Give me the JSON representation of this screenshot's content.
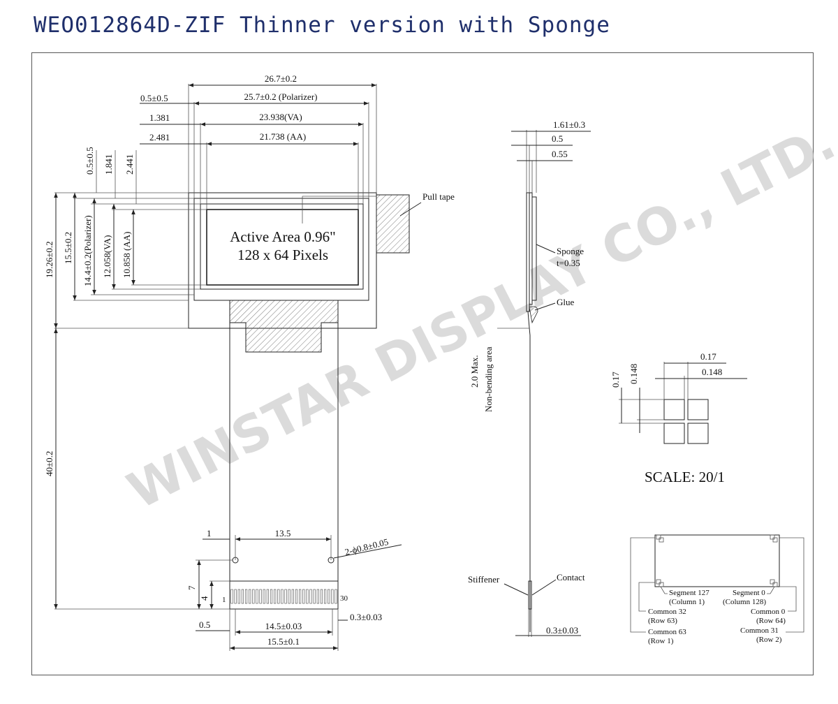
{
  "page": {
    "title": "WEO012864D-ZIF Thinner version with Sponge"
  },
  "watermark": "WINSTAR DISPLAY CO., LTD.",
  "front_view": {
    "dim_top": [
      "26.7±0.2",
      "25.7±0.2 (Polarizer)",
      "23.938(VA)",
      "21.738 (AA)"
    ],
    "dim_left_offsets": [
      "0.5±0.5",
      "1.381",
      "2.481"
    ],
    "dim_vertical_offsets": [
      "0.5±0.5",
      "1.841",
      "2.441"
    ],
    "dim_vertical": [
      "19.26±0.2",
      "15.5±0.2",
      "14.4±0.2(Polarizer)",
      "12.058(VA)",
      "10.858 (AA)"
    ],
    "active_area_line1": "Active Area 0.96\"",
    "active_area_line2": "128 x 64 Pixels",
    "pull_tape": "Pull tape",
    "fpc_length": "40±0.2",
    "fpc_dims": [
      "1",
      "13.5",
      "2-ϕ0.8±0.05",
      "7",
      "4",
      "0.5",
      "14.5±0.03",
      "0.3±0.03",
      "15.5±0.1"
    ],
    "pin_first": "1",
    "pin_last": "30"
  },
  "side_view": {
    "dims": [
      "1.61±0.3",
      "0.5",
      "0.55"
    ],
    "sponge": "Sponge",
    "sponge_t": "t=0.35",
    "glue": "Glue",
    "bend_1": "2.0 Max.",
    "bend_2": "Non-bending area",
    "stiffener": "Stiffener",
    "contact": "Contact",
    "thickness": "0.3±0.03"
  },
  "pixel_detail": {
    "dims_h": [
      "0.17",
      "0.148"
    ],
    "dims_v": [
      "0.17",
      "0.148"
    ],
    "scale": "SCALE: 20/1"
  },
  "pinout": {
    "seg127_a": "Segment 127",
    "seg127_b": "(Column 1)",
    "seg0_a": "Segment 0",
    "seg0_b": "(Column 128)",
    "com32_a": "Common 32",
    "com32_b": "(Row 63)",
    "com0_a": "Common 0",
    "com0_b": "(Row 64)",
    "com63_a": "Common 63",
    "com63_b": "(Row 1)",
    "com31_a": "Common 31",
    "com31_b": "(Row 2)"
  },
  "colors": {
    "title": "#1f2f6b",
    "line": "#222222",
    "watermark": "#cfcfcf"
  }
}
